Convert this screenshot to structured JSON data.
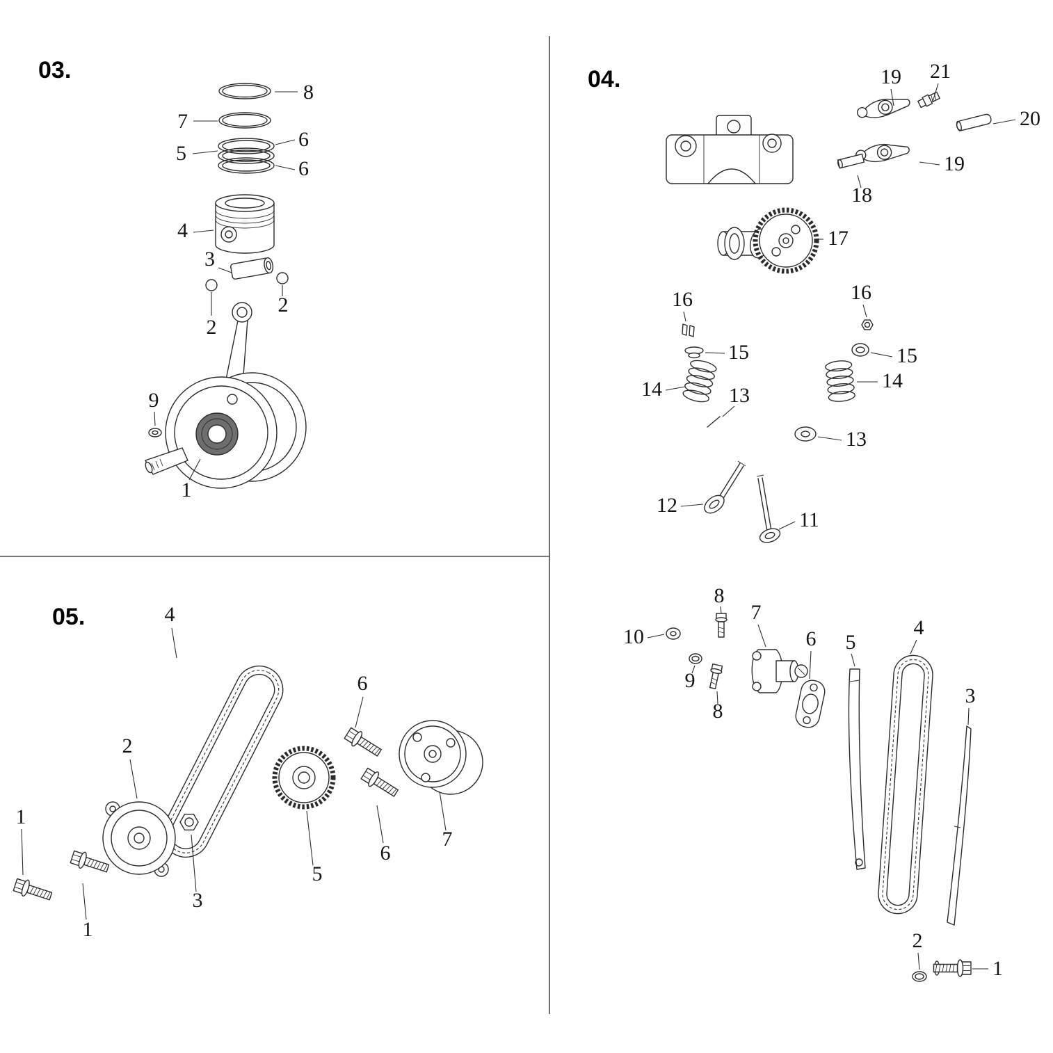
{
  "sections": {
    "s03": {
      "title": "03."
    },
    "s04": {
      "title": "04."
    },
    "s05": {
      "title": "05."
    }
  },
  "callouts": {
    "s03": {
      "c8": "8",
      "c7": "7",
      "c5": "5",
      "c6a": "6",
      "c6b": "6",
      "c4": "4",
      "c3": "3",
      "c2a": "2",
      "c2b": "2",
      "c9": "9",
      "c1": "1"
    },
    "s04": {
      "c19a": "19",
      "c21": "21",
      "c20": "20",
      "c19b": "19",
      "c18": "18",
      "c17": "17",
      "c16a": "16",
      "c16b": "16",
      "c15a": "15",
      "c15b": "15",
      "c14a": "14",
      "c14b": "14",
      "c13a": "13",
      "c13b": "13",
      "c12": "12",
      "c11": "11",
      "c10": "10",
      "c8a": "8",
      "c7": "7",
      "c9": "9",
      "c8b": "8",
      "c6": "6",
      "c5": "5",
      "c4": "4",
      "c3": "3",
      "c2": "2",
      "c1": "1"
    },
    "s05": {
      "c4": "4",
      "c2": "2",
      "c1a": "1",
      "c1b": "1",
      "c3": "3",
      "c5": "5",
      "c6a": "6",
      "c6b": "6",
      "c7": "7"
    }
  }
}
